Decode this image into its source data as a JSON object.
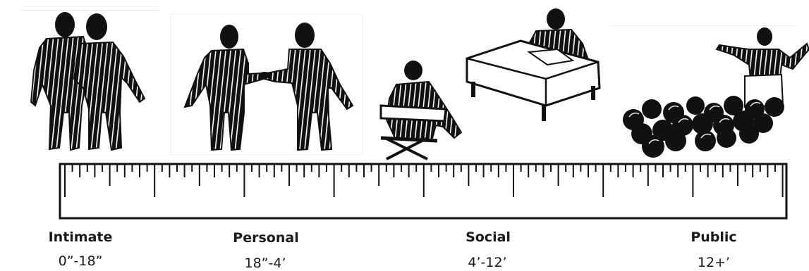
{
  "zones": [
    {
      "label": "Intimate",
      "range": "0”-18”",
      "illustration": "two-people-embracing"
    },
    {
      "label": "Personal",
      "range": "18”-4’",
      "illustration": "two-people-shaking-hands"
    },
    {
      "label": "Social",
      "range": "4’-12’",
      "illustration": "person-at-desk-and-seated-visitor"
    },
    {
      "label": "Public",
      "range": "12+’",
      "illustration": "speaker-at-podium-with-audience"
    }
  ],
  "colors": {
    "ink": "#111111",
    "stripe": "#ffffff",
    "text": "#1a1a1a",
    "background": "#ffffff"
  }
}
